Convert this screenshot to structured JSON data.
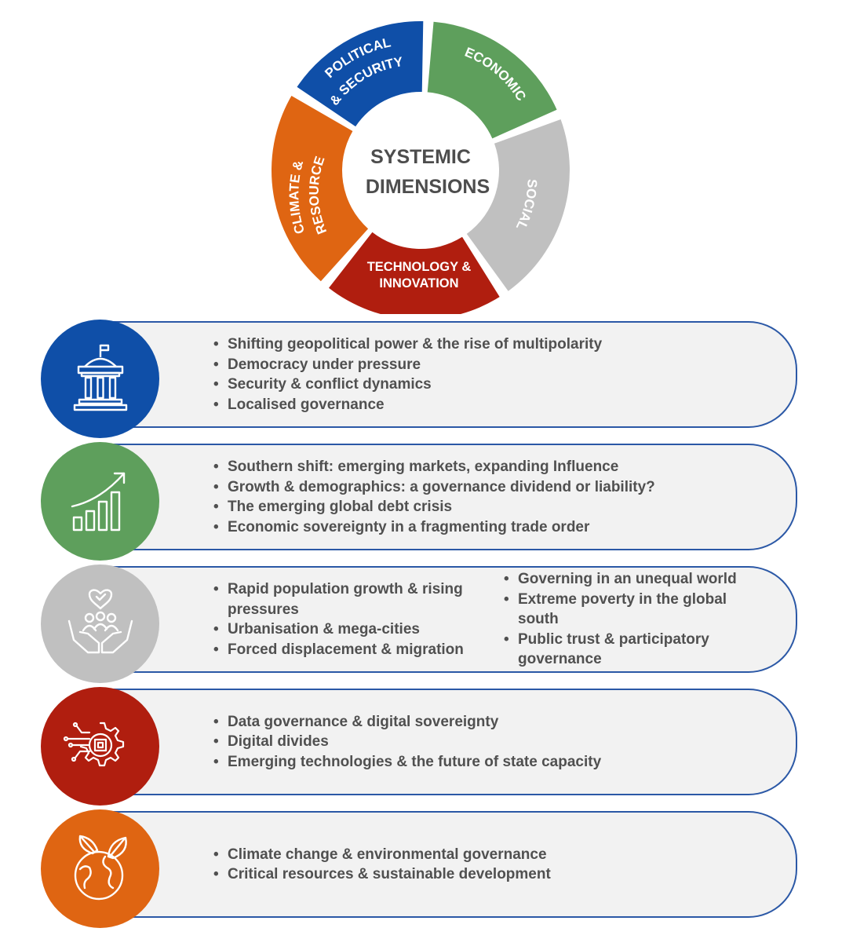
{
  "wheel": {
    "center_title_line1": "SYSTEMIC",
    "center_title_line2": "DIMENSIONS",
    "segments": [
      {
        "key": "political",
        "lines": [
          "POLITICAL",
          "& SECURITY"
        ],
        "color": "#0f4fa8"
      },
      {
        "key": "economic",
        "lines": [
          "ECONOMIC"
        ],
        "color": "#5e9f5c"
      },
      {
        "key": "social",
        "lines": [
          "SOCIAL"
        ],
        "color": "#c0c0c0"
      },
      {
        "key": "technology",
        "lines": [
          "TECHNOLOGY &",
          "INNOVATION"
        ],
        "color": "#b01e0f"
      },
      {
        "key": "climate",
        "lines": [
          "CLIMATE &",
          "RESOURCE"
        ],
        "color": "#df6512"
      }
    ]
  },
  "rows": [
    {
      "icon": "government-building-icon",
      "color": "#0f4fa8",
      "col1": [
        "Shifting geopolitical power & the rise of multipolarity",
        "Democracy under pressure",
        "Security & conflict dynamics",
        "Localised governance"
      ]
    },
    {
      "icon": "growth-chart-icon",
      "color": "#5e9f5c",
      "col1": [
        "Southern shift: emerging markets, expanding Influence",
        "Growth & demographics: a governance dividend or liability?",
        "The emerging global debt crisis",
        "Economic sovereignty in a fragmenting trade order"
      ]
    },
    {
      "icon": "community-care-icon",
      "color": "#c0c0c0",
      "col1": [
        "Rapid population growth & rising pressures",
        "Urbanisation & mega-cities",
        "Forced displacement & migration"
      ],
      "col2": [
        "Governing in an unequal world",
        "Extreme poverty in the global south",
        "Public trust & participatory governance"
      ]
    },
    {
      "icon": "chip-gear-icon",
      "color": "#b01e0f",
      "col1": [
        "Data governance & digital sovereignty",
        "Digital divides",
        "Emerging technologies & the future of state capacity"
      ]
    },
    {
      "icon": "earth-leaves-icon",
      "color": "#df6512",
      "col1": [
        "Climate change & environmental governance",
        "Critical resources & sustainable development"
      ]
    }
  ]
}
